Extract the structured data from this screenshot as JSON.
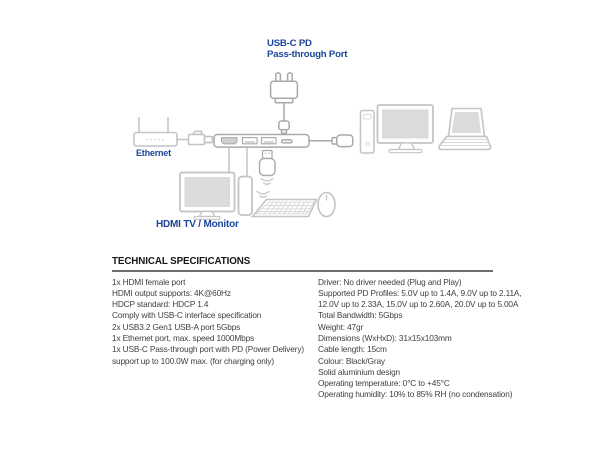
{
  "diagram": {
    "labels": {
      "usbc_pd_line1": "USB-C PD",
      "usbc_pd_line2": "Pass-through Port",
      "ethernet": "Ethernet",
      "hdmi_tv_monitor": "HDMI TV / Monitor"
    },
    "icons": {
      "power_adapter": "power-adapter-icon",
      "router": "wifi-router-icon",
      "rj45": "rj45-connector-icon",
      "hub": "usb-c-hub-icon",
      "usbc_plug": "usb-c-plug-icon",
      "tower": "desktop-tower-icon",
      "monitor": "monitor-icon",
      "laptop": "laptop-icon",
      "tv_monitor": "hdmi-tv-monitor-icon",
      "usb_stick": "usb-stick-icon",
      "dongle": "wireless-dongle-icon",
      "wifi": "wifi-waves-icon",
      "keyboard": "keyboard-icon",
      "mouse": "mouse-icon"
    }
  },
  "specs": {
    "title": "TECHNICAL SPECIFICATIONS",
    "left": [
      "1x HDMI female port",
      "HDMI output supports: 4K@60Hz",
      "HDCP standard: HDCP 1.4",
      "Comply with USB-C interface specification",
      "2x USB3.2 Gen1 USB-A port 5Gbps",
      "1x Ethernet port, max. speed 1000Mbps",
      "1x USB-C Pass-through port with PD (Power Delivery)",
      "support up to 100.0W max. (for charging only)"
    ],
    "right": [
      "Driver: No driver needed (Plug and Play)",
      "Supported PD Profiles: 5.0V up to 1.4A, 9.0V up to 2.11A,",
      "12.0V up to 2.33A, 15.0V up to 2.60A, 20.0V up to 5.00A",
      "Total Bandwidth: 5Gbps",
      "Weight: 47gr",
      "Dimensions (WxHxD): 31x15x103mm",
      "Cable length: 15cm",
      "Colour: Black/Gray",
      "Solid aluminium design",
      "Operating temperature: 0°C to +45°C",
      "Operating humidity: 10% to 85% RH (no condensation)"
    ]
  },
  "colors": {
    "accent_blue": "#1b459a",
    "outline_gray": "#c4c4c4",
    "outline_dark_gray": "#a9a9a9",
    "screen_fill": "#dbdbdb",
    "text": "#3f3f3f",
    "title_text": "#161616",
    "rule": "#6e6e6e"
  }
}
